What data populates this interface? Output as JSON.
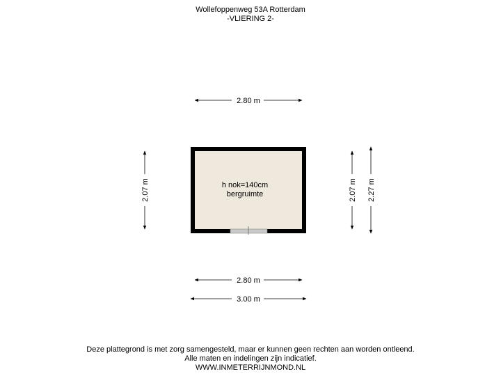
{
  "header": {
    "address": "Wollefoppenweg 53A Rotterdam",
    "floor": "-VLIERING 2-"
  },
  "room": {
    "height_label": "h nok=140cm",
    "name": "bergruimte",
    "fill_color": "#efe8dc",
    "wall_color": "#000000"
  },
  "dimensions": {
    "top_width": "2.80 m",
    "bottom_inner_width": "2.80 m",
    "bottom_outer_width": "3.00 m",
    "left_height": "2.07 m",
    "right_inner_height": "2.07 m",
    "right_outer_height": "2.27 m"
  },
  "footer": {
    "disclaimer": "Deze plattegrond is met zorg samengesteld, maar er kunnen geen rechten aan worden ontleend.",
    "note": "Alle maten en indelingen zijn indicatief.",
    "website": "WWW.INMETERRIJNMOND.NL"
  }
}
